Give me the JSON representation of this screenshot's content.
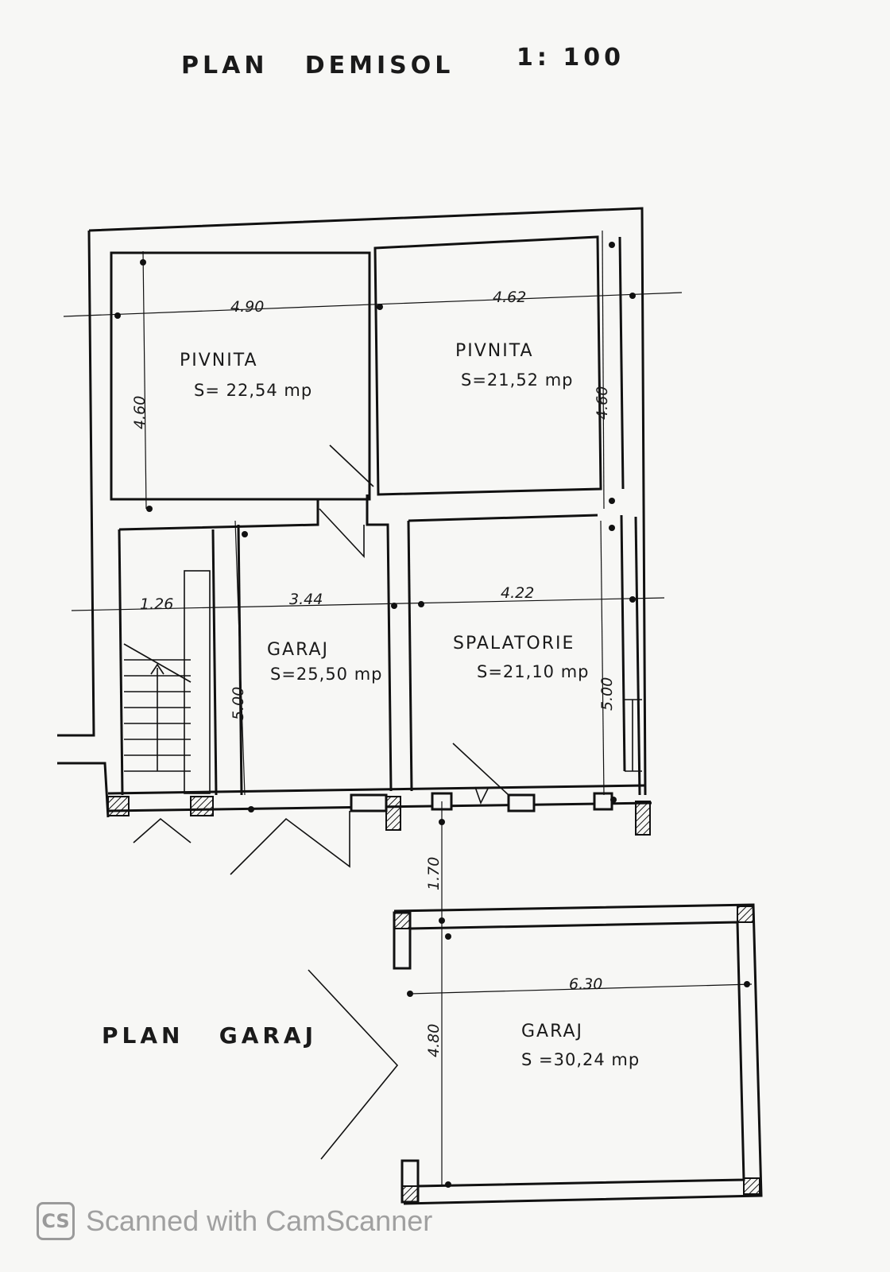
{
  "titles": {
    "plan_demisol": "PLAN   DEMISOL",
    "scale": "1: 100",
    "plan_garaj": "PLAN   GARAJ"
  },
  "rooms": {
    "pivnita_left": {
      "name": "PIVNITA",
      "area": "S= 22,54 mp"
    },
    "pivnita_right": {
      "name": "PIVNITA",
      "area": "S=21,52 mp"
    },
    "garaj_demisol": {
      "name": "GARAJ",
      "area": "S=25,50 mp"
    },
    "spalatorie": {
      "name": "SPALATORIE",
      "area": "S=21,10 mp"
    },
    "garaj_exterior": {
      "name": "GARAJ",
      "area": "S =30,24 mp"
    }
  },
  "dimensions": {
    "pivnita_left_width": "4.90",
    "pivnita_right_width": "4.62",
    "pivnita_left_depth": "4.60",
    "pivnita_right_depth": "4.60",
    "stair_width": "1.26",
    "garaj_width": "3.44",
    "spalatorie_width": "4.22",
    "garaj_depth": "5.00",
    "spalatorie_depth": "5.00",
    "gap_length": "1.70",
    "garaj_ext_width": "6.30",
    "garaj_ext_depth": "4.80"
  },
  "watermark": {
    "icon": "CS",
    "text": "Scanned with CamScanner"
  }
}
